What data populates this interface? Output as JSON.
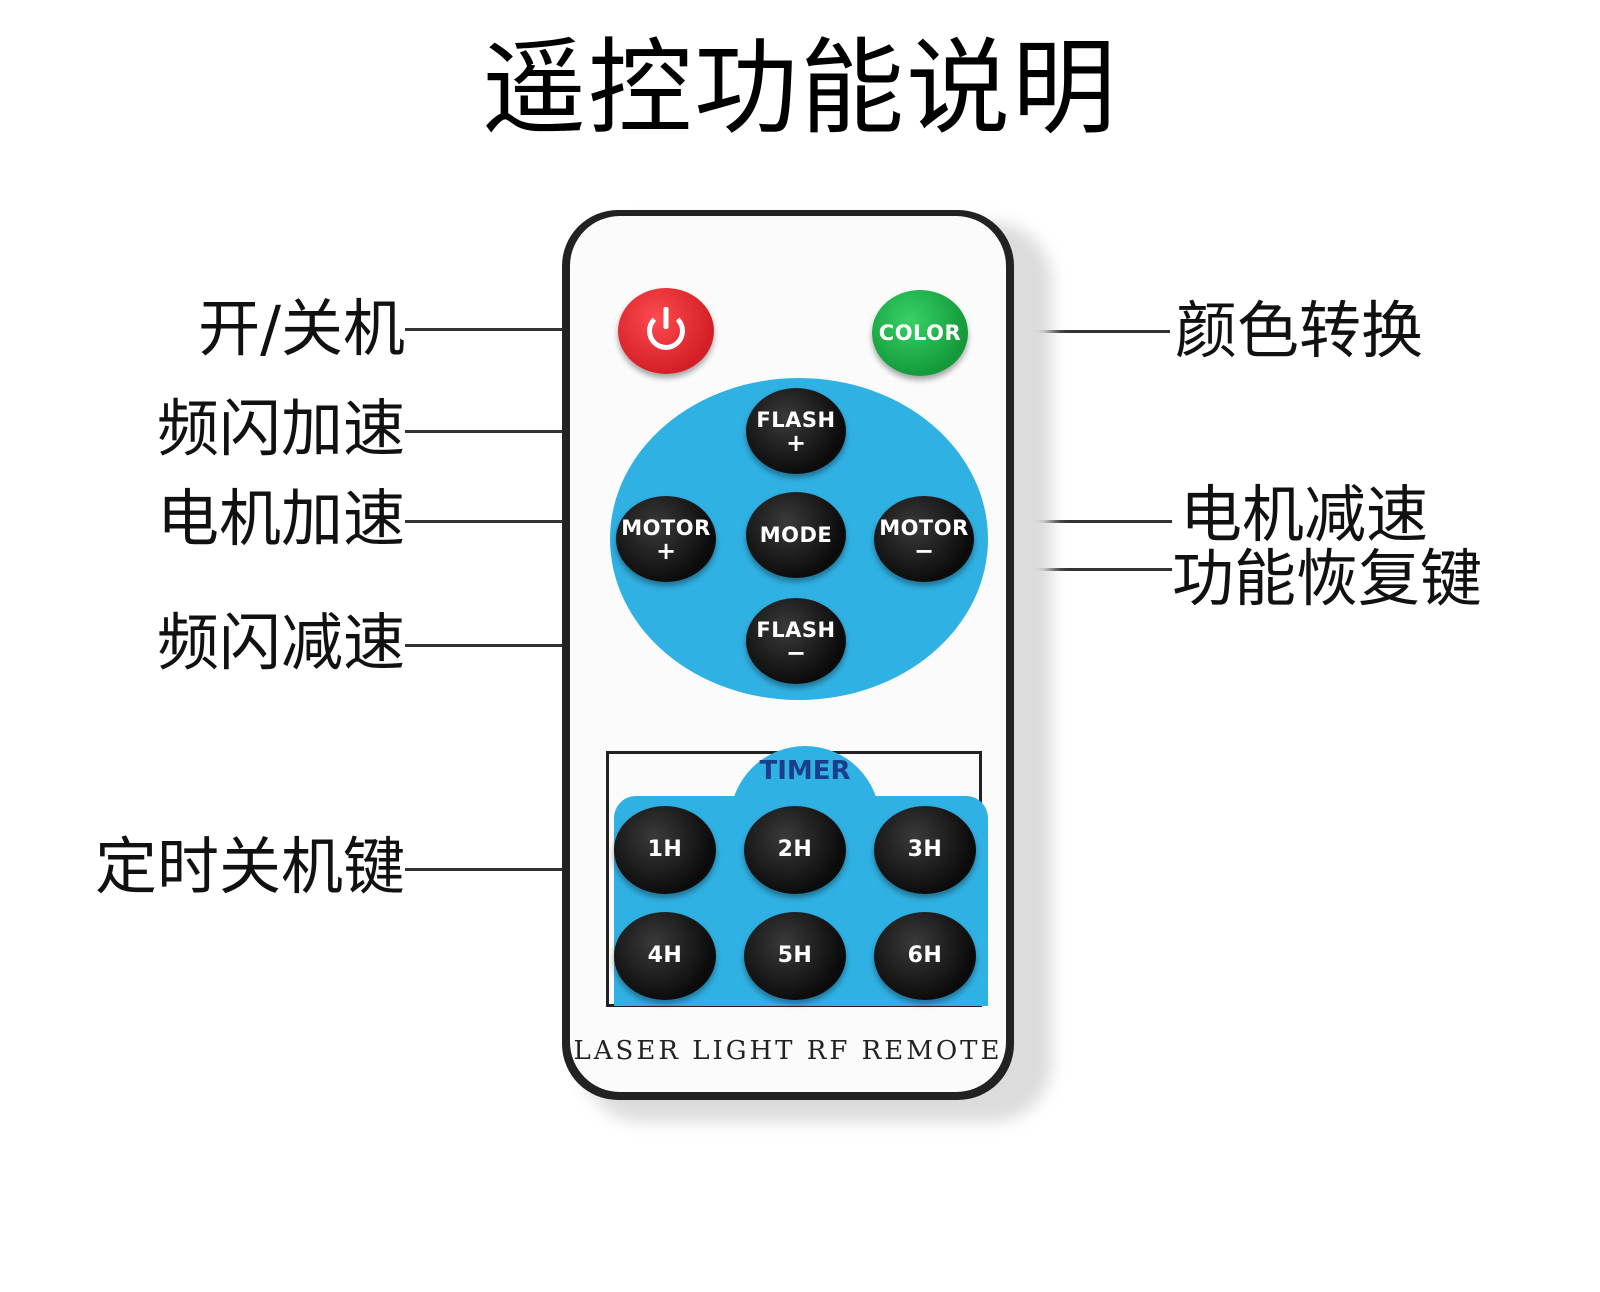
{
  "title": "遥控功能说明",
  "callouts": {
    "power": "开/关机",
    "flash_up": "频闪加速",
    "motor_up": "电机加速",
    "flash_down": "频闪减速",
    "timer": "定时关机键",
    "color": "颜色转换",
    "motor_down": "电机减速",
    "mode": "功能恢复键"
  },
  "remote": {
    "color_button": "COLOR",
    "flash": "FLASH",
    "motor": "MOTOR",
    "mode": "MODE",
    "plus": "+",
    "minus": "−",
    "timer_label": "TIMER",
    "timers": [
      "1H",
      "2H",
      "3H",
      "4H",
      "5H",
      "6H"
    ],
    "brand": "LASER LIGHT RF REMOTE"
  },
  "colors": {
    "power_red": "#e3222b",
    "color_green": "#1fae47",
    "panel_blue": "#30b1e3"
  },
  "icons": {
    "power": "power-icon"
  }
}
